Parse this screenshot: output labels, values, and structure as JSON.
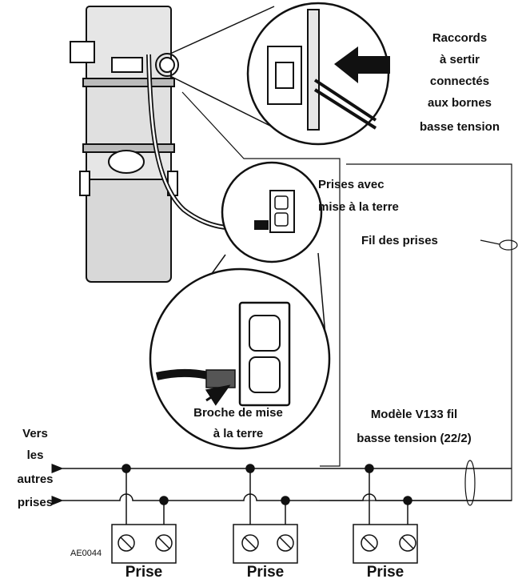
{
  "labels": {
    "raccords": [
      "Raccords",
      "à sertir",
      "connectés",
      "aux bornes",
      "basse tension"
    ],
    "prises_avec": [
      "Prises avec",
      "mise à la terre"
    ],
    "fil_des_prises": "Fil des prises",
    "broche": [
      "Broche de mise",
      "à la terre"
    ],
    "modele": [
      "Modèle V133 fil",
      "basse tension (22/2)"
    ],
    "vers": [
      "Vers",
      "les",
      "autres",
      "prises"
    ],
    "prise": [
      "Prise",
      "Prise",
      "Prise"
    ],
    "code": "AE0044"
  },
  "colors": {
    "line": "#111111",
    "light": "#cccccc",
    "body": "#e6e6e6"
  }
}
